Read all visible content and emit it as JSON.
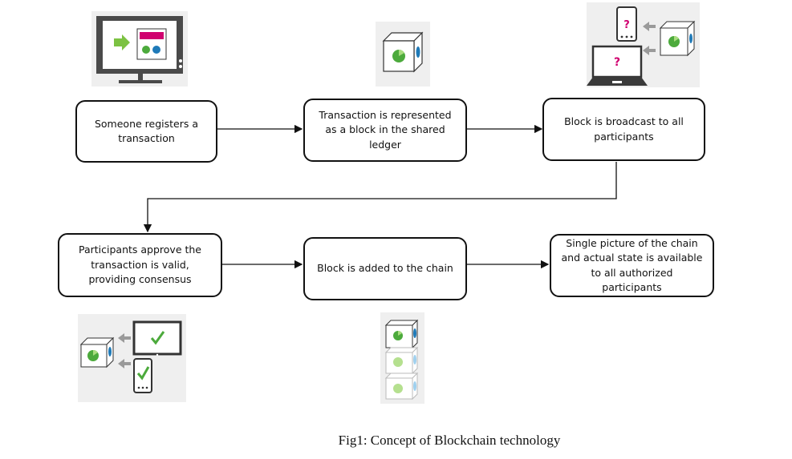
{
  "diagram": {
    "steps": [
      "Someone registers a transaction",
      "Transaction is represented as a block in the shared ledger",
      "Block is broadcast to all participants",
      "Participants approve the transaction is valid, providing consensus",
      "Block is added to the chain",
      "Single picture of the chain and actual state is available to all authorized participants"
    ],
    "caption": "Fig1: Concept of Blockchain technology"
  },
  "icons": {
    "step1": "computer-monitor-icon",
    "step2": "block-cube-icon",
    "step3": "broadcast-devices-icon",
    "step4": "approval-devices-icon",
    "step5": "block-chain-stack-icon"
  },
  "colors": {
    "border": "#111111",
    "green": "#4caa3c",
    "blue": "#1f7ab8",
    "magenta": "#d0006f",
    "tile": "#efefef"
  }
}
